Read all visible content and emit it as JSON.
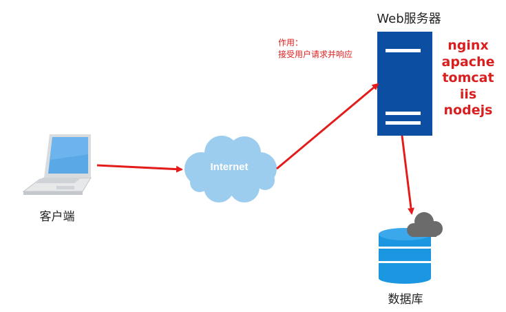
{
  "nodes": {
    "client": {
      "label": "客户端",
      "icon": "laptop-icon"
    },
    "internet": {
      "label": "Internet",
      "icon": "cloud-icon"
    },
    "web_server": {
      "label": "Web服务器",
      "icon": "server-icon"
    },
    "database": {
      "label": "数据库",
      "icon": "database-icon"
    }
  },
  "note": {
    "line1": "作用：",
    "line2": "接受用户请求并响应"
  },
  "server_software": [
    "nginx",
    "apache",
    "tomcat",
    "iis",
    "nodejs"
  ],
  "colors": {
    "arrow": "#e41b1b",
    "server": "#0b4ea2",
    "cloud": "#9dcdee",
    "laptop_screen": "#5aa9e6",
    "database": "#1a97e0",
    "small_cloud": "#6b6b6b",
    "text_red": "#d81e1e"
  }
}
